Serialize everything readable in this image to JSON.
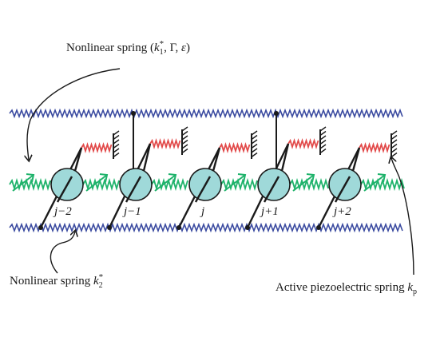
{
  "labels": {
    "spring1_prefix": "Nonlinear spring (",
    "spring1_k": "k",
    "spring1_k_sub": "1",
    "spring1_k_sup": "*",
    "spring1_params": ", Γ, ",
    "spring1_eps": "ε",
    "spring1_suffix": ")",
    "spring2_prefix": "Nonlinear spring ",
    "spring2_k": "k",
    "spring2_k_sub": "2",
    "spring2_k_sup": "*",
    "piezo_prefix": "Active piezoelectric spring ",
    "piezo_k": "k",
    "piezo_sub": "p"
  },
  "nodes": [
    {
      "label": "j−2"
    },
    {
      "label": "j−1"
    },
    {
      "label": "j"
    },
    {
      "label": "j+1"
    },
    {
      "label": "j+2"
    }
  ],
  "colors": {
    "nonlinear_spring": "#3a4aa0",
    "linear_spring": "#1fb36b",
    "piezo_spring": "#e24b4b",
    "node_fill": "#9fd9d9",
    "node_stroke": "#1a1a1a",
    "ink": "#1a1a1a"
  }
}
